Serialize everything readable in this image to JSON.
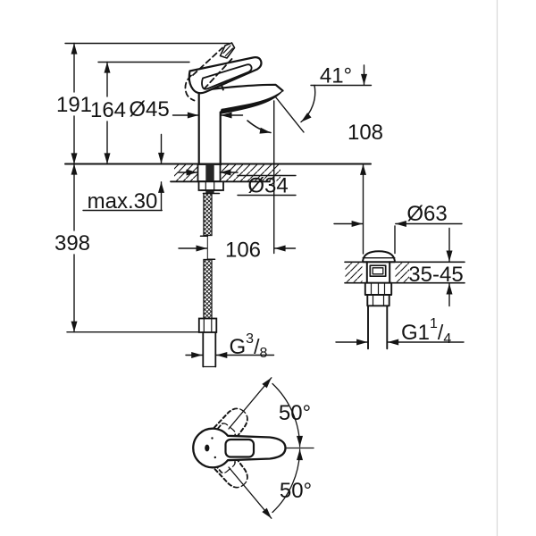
{
  "drawing": {
    "type": "technical-dimension-drawing",
    "subject": "single-lever basin mixer with pop-up waste",
    "colors": {
      "ink": "#141414",
      "background": "#ffffff",
      "edge_artifact": "#d7d7d7"
    },
    "labels": {
      "total_height": "191",
      "handle_height": "164",
      "body_diameter": "Ø45",
      "spout_angle": "41°",
      "spout_outlet_height": "108",
      "deck_hole_diameter": "Ø34",
      "max_deck_thickness": "max.30",
      "hose_length": "398",
      "spout_projection": "106",
      "supply_thread": {
        "base": "G",
        "sup": "3",
        "slash": "/",
        "sub": "8"
      },
      "drain_flange_diameter": "Ø63",
      "drain_clamp_range": "35-45",
      "drain_thread": {
        "base": "G1",
        "sup": "1",
        "slash": "/",
        "sub": "4"
      },
      "handle_swing_upper": "50°",
      "handle_swing_lower": "50°"
    }
  }
}
